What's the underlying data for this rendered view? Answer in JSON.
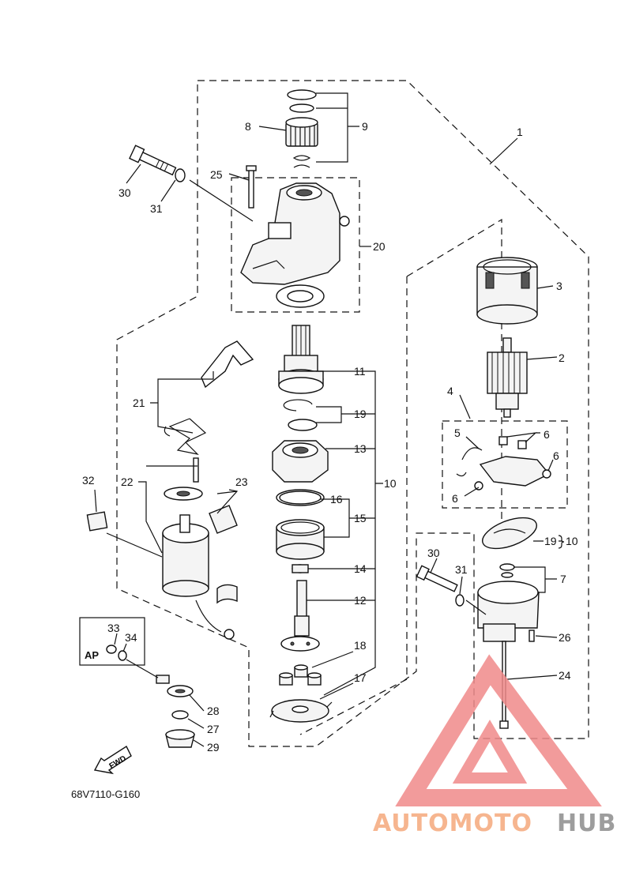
{
  "diagram": {
    "drawing_code": "68V7110-G160",
    "ap_label": "AP",
    "fwd_label": "FWD",
    "callouts": [
      {
        "id": "1",
        "text": "1"
      },
      {
        "id": "2",
        "text": "2"
      },
      {
        "id": "3",
        "text": "3"
      },
      {
        "id": "4",
        "text": "4"
      },
      {
        "id": "5",
        "text": "5"
      },
      {
        "id": "6a",
        "text": "6"
      },
      {
        "id": "6b",
        "text": "6"
      },
      {
        "id": "6c",
        "text": "6"
      },
      {
        "id": "7",
        "text": "7"
      },
      {
        "id": "8",
        "text": "8"
      },
      {
        "id": "9",
        "text": "9"
      },
      {
        "id": "10",
        "text": "10"
      },
      {
        "id": "11",
        "text": "11"
      },
      {
        "id": "12",
        "text": "12"
      },
      {
        "id": "13",
        "text": "13"
      },
      {
        "id": "14",
        "text": "14"
      },
      {
        "id": "15",
        "text": "15"
      },
      {
        "id": "16",
        "text": "16"
      },
      {
        "id": "17",
        "text": "17"
      },
      {
        "id": "18",
        "text": "18"
      },
      {
        "id": "19a",
        "text": "19"
      },
      {
        "id": "19b",
        "text": "19"
      },
      {
        "id": "10b",
        "text": "10"
      },
      {
        "id": "20",
        "text": "20"
      },
      {
        "id": "21",
        "text": "21"
      },
      {
        "id": "22",
        "text": "22"
      },
      {
        "id": "23",
        "text": "23"
      },
      {
        "id": "24",
        "text": "24"
      },
      {
        "id": "25",
        "text": "25"
      },
      {
        "id": "26",
        "text": "26"
      },
      {
        "id": "27",
        "text": "27"
      },
      {
        "id": "28",
        "text": "28"
      },
      {
        "id": "29",
        "text": "29"
      },
      {
        "id": "30a",
        "text": "30"
      },
      {
        "id": "30b",
        "text": "30"
      },
      {
        "id": "31a",
        "text": "31"
      },
      {
        "id": "31b",
        "text": "31"
      },
      {
        "id": "32",
        "text": "32"
      },
      {
        "id": "33",
        "text": "33"
      },
      {
        "id": "34",
        "text": "34"
      }
    ]
  },
  "watermark": {
    "part1": "AUTOMOTO",
    "part2": "HUB",
    "color_primary": "#f5a97c",
    "color_secondary": "#8c8c8c",
    "triangle_color": "#f08a8a"
  }
}
